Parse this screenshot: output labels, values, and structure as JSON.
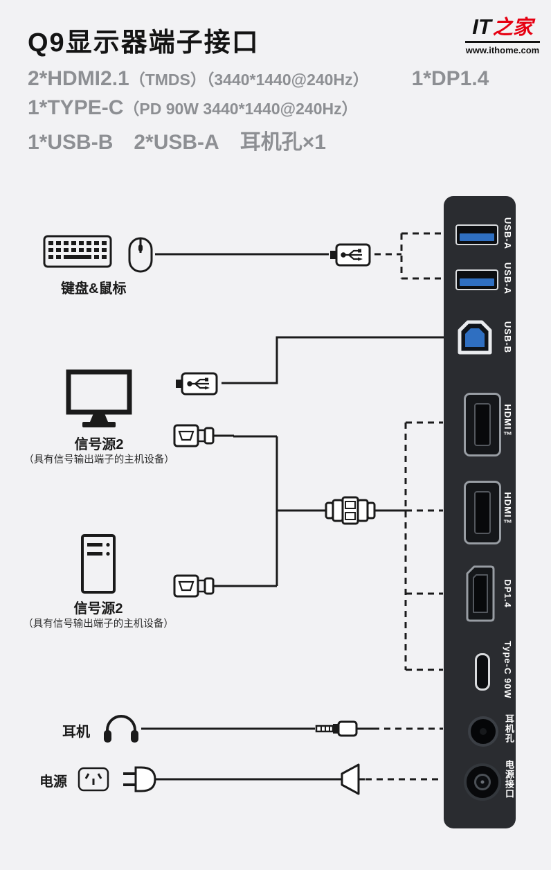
{
  "header": {
    "title": "Q9显示器端子接口",
    "spec_lines": [
      [
        {
          "text": "2*HDMI2.1",
          "big": true
        },
        {
          "text": "（TMDS）",
          "big": false
        },
        {
          "text": "（3440*1440@240Hz）",
          "big": false
        },
        {
          "text": "1*DP1.4",
          "big": true,
          "gap": "lg"
        }
      ],
      [
        {
          "text": "1*TYPE-C",
          "big": true
        },
        {
          "text": "（PD 90W 3440*1440@240Hz）",
          "big": false
        }
      ],
      [
        {
          "text": "1*USB-B",
          "big": true
        },
        {
          "text": "2*USB-A",
          "big": true,
          "gap": "sm"
        },
        {
          "text": "耳机孔×1",
          "big": true,
          "gap": "sm"
        }
      ]
    ]
  },
  "logo": {
    "brand_it": "IT",
    "brand_home": "之家",
    "site": "www.ithome.com"
  },
  "devices": {
    "keyboard_mouse": {
      "label": "键盘&鼠标"
    },
    "source_top": {
      "label": "信号源2",
      "sublabel": "（具有信号输出端子的主机设备）"
    },
    "source_bottom": {
      "label": "信号源2",
      "sublabel": "（具有信号输出端子的主机设备）"
    },
    "headphone": {
      "label": "耳机"
    },
    "power": {
      "label": "电源"
    }
  },
  "panel": {
    "ports": [
      {
        "id": "usb-a-1",
        "label": "USB-A"
      },
      {
        "id": "usb-a-2",
        "label": "USB-A"
      },
      {
        "id": "usb-b",
        "label": "USB-B"
      },
      {
        "id": "hdmi-1",
        "label": "HDMI™"
      },
      {
        "id": "hdmi-2",
        "label": "HDMI™"
      },
      {
        "id": "dp-1-4",
        "label": "DP1.4"
      },
      {
        "id": "type-c",
        "label": "Type-C 90W"
      },
      {
        "id": "audio-jack",
        "label": "耳机孔"
      },
      {
        "id": "power-in",
        "label": "电源接口"
      }
    ]
  },
  "colors": {
    "usb_blue": "#2f6fc1",
    "panel_dark": "#2a2c30",
    "line_black": "#1b1b1b",
    "spec_gray": "#8d8f93",
    "logo_red": "#e60012"
  }
}
